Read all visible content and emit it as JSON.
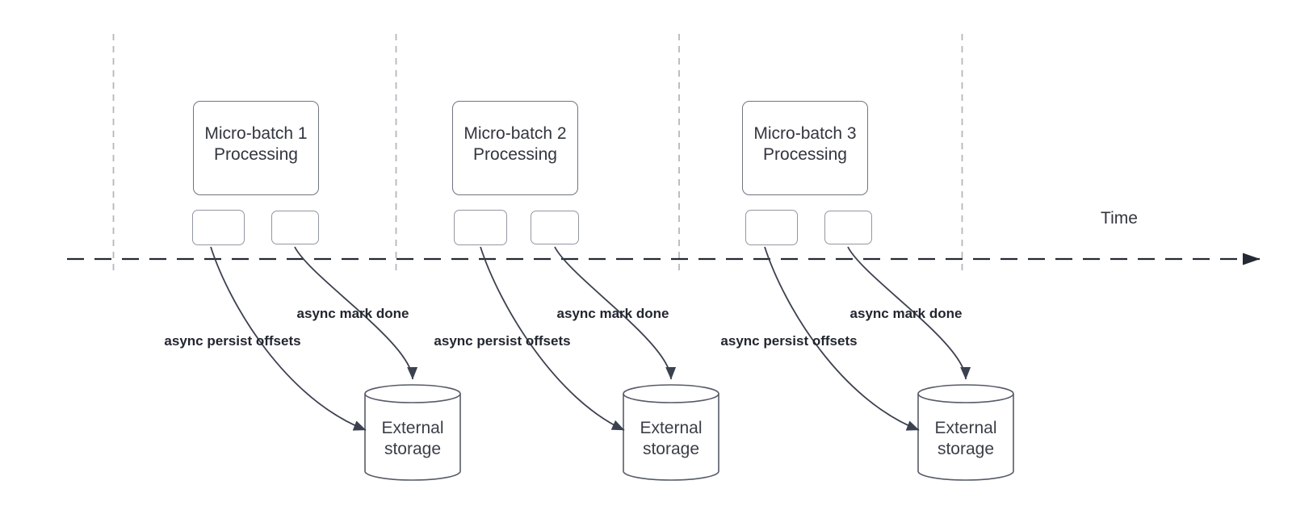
{
  "diagram": {
    "time_axis_label": "Time",
    "batches": [
      {
        "title": "Micro-batch 1",
        "subtitle": "Processing",
        "persist_label": "async persist offsets",
        "mark_done_label": "async mark done",
        "storage_title": "External",
        "storage_subtitle": "storage"
      },
      {
        "title": "Micro-batch 2",
        "subtitle": "Processing",
        "persist_label": "async persist offsets",
        "mark_done_label": "async mark done",
        "storage_title": "External",
        "storage_subtitle": "storage"
      },
      {
        "title": "Micro-batch 3",
        "subtitle": "Processing",
        "persist_label": "async persist offsets",
        "mark_done_label": "async mark done",
        "storage_title": "External",
        "storage_subtitle": "storage"
      }
    ],
    "colors": {
      "connector": "#3b414e",
      "time_axis": "#242933",
      "lane_divider": "#b4b7bd",
      "shape_border": "#6f7480",
      "small_shape_border": "#9297a2",
      "cylinder_border": "#565b68",
      "text": "#32363f",
      "background": "#ffffff"
    }
  }
}
